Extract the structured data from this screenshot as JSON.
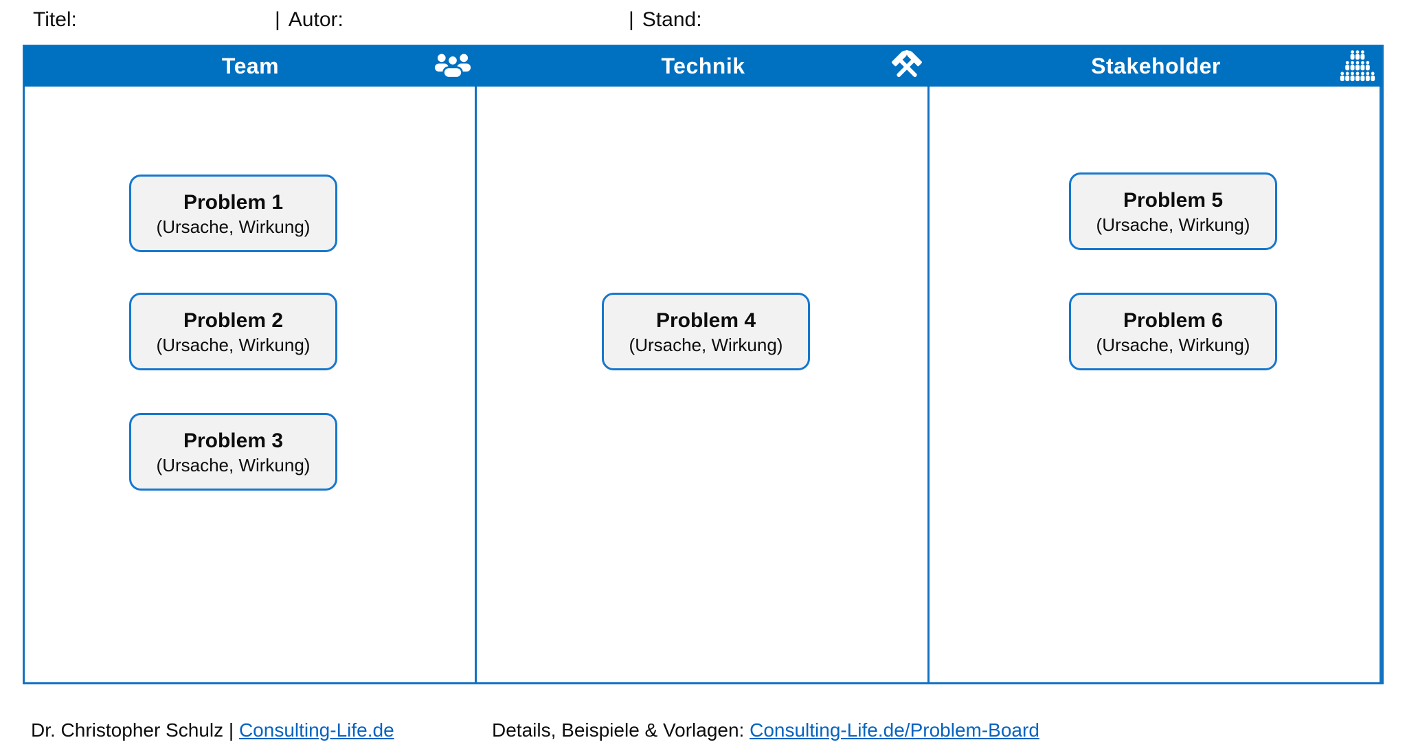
{
  "meta": {
    "separator": "|",
    "title_label": "Titel:",
    "author_label": "Autor:",
    "stand_label": "Stand:"
  },
  "board": {
    "columns": [
      {
        "id": "team",
        "label": "Team",
        "icon": "team-group-icon"
      },
      {
        "id": "technik",
        "label": "Technik",
        "icon": "crossed-hammers-icon"
      },
      {
        "id": "stakeholder",
        "label": "Stakeholder",
        "icon": "crowd-pyramid-icon"
      }
    ],
    "cards": [
      {
        "column": "team",
        "title": "Problem 1",
        "subtitle": "(Ursache, Wirkung)"
      },
      {
        "column": "team",
        "title": "Problem 2",
        "subtitle": "(Ursache, Wirkung)"
      },
      {
        "column": "team",
        "title": "Problem 3",
        "subtitle": "(Ursache, Wirkung)"
      },
      {
        "column": "technik",
        "title": "Problem 4",
        "subtitle": "(Ursache, Wirkung)"
      },
      {
        "column": "stakeholder",
        "title": "Problem 5",
        "subtitle": "(Ursache, Wirkung)"
      },
      {
        "column": "stakeholder",
        "title": "Problem 6",
        "subtitle": "(Ursache, Wirkung)"
      }
    ]
  },
  "footer": {
    "author_text": "Dr. Christopher Schulz",
    "separator": "|",
    "author_link": "Consulting-Life.de",
    "details_label": "Details, Beispiele & Vorlagen:",
    "details_link": "Consulting-Life.de/Problem-Board"
  },
  "colors": {
    "header_blue": "#0070c0",
    "border_blue": "#1172c3",
    "card_border_blue": "#1577ce",
    "card_fill": "#f2f2f2",
    "link_blue": "#0563c1"
  }
}
